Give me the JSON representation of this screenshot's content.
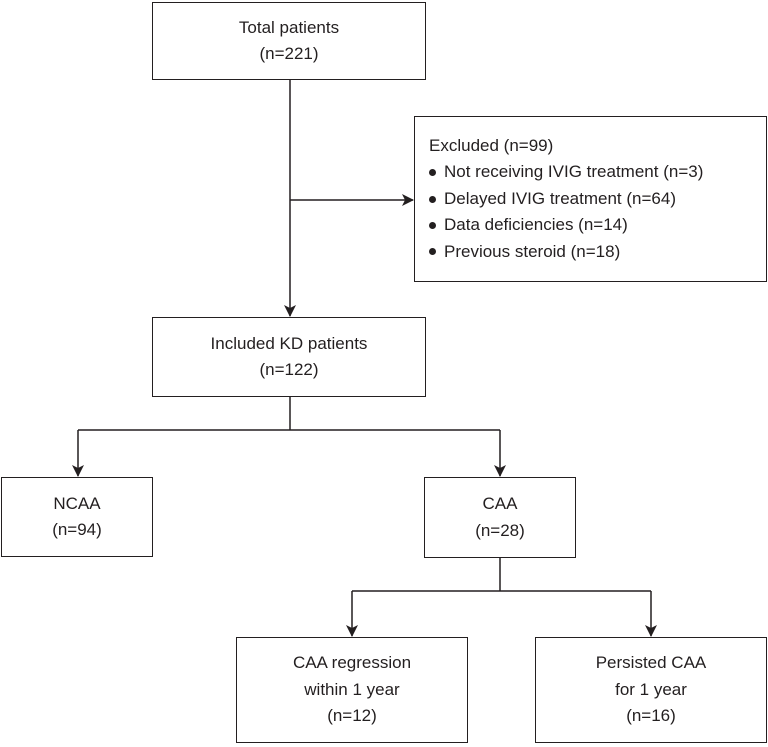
{
  "nodes": {
    "total": {
      "lines": [
        "Total patients",
        "(n=221)"
      ]
    },
    "excluded": {
      "title": "Excluded (n=99)",
      "items": [
        "Not receiving IVIG treatment (n=3)",
        "Delayed IVIG treatment (n=64)",
        "Data deficiencies (n=14)",
        "Previous steroid (n=18)"
      ]
    },
    "included": {
      "lines": [
        "Included KD patients",
        "(n=122)"
      ]
    },
    "ncaa": {
      "lines": [
        "NCAA",
        "(n=94)"
      ]
    },
    "caa": {
      "lines": [
        "CAA",
        "(n=28)"
      ]
    },
    "regression": {
      "lines": [
        "CAA regression",
        "within 1 year",
        "(n=12)"
      ]
    },
    "persisted": {
      "lines": [
        "Persisted CAA",
        "for 1 year",
        "(n=16)"
      ]
    }
  },
  "edges": [
    {
      "from": "total",
      "to": "excluded"
    },
    {
      "from": "total",
      "to": "included"
    },
    {
      "from": "included",
      "to": "ncaa"
    },
    {
      "from": "included",
      "to": "caa"
    },
    {
      "from": "caa",
      "to": "regression"
    },
    {
      "from": "caa",
      "to": "persisted"
    }
  ]
}
